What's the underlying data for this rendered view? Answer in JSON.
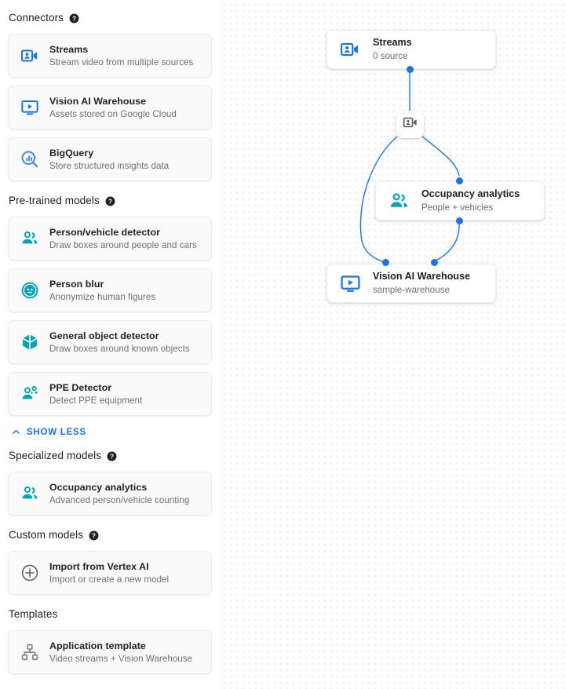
{
  "sidebar": {
    "sections": [
      {
        "title": "Connectors",
        "help": "help-icon",
        "items": [
          {
            "name": "Streams",
            "desc": "Stream video from multiple sources",
            "icon": "video-person-icon",
            "color": "#1a73e8"
          },
          {
            "name": "Vision AI Warehouse",
            "desc": "Assets stored on Google Cloud",
            "icon": "monitor-play-icon",
            "color": "#1a73e8"
          },
          {
            "name": "BigQuery",
            "desc": "Store structured insights data",
            "icon": "bigquery-icon",
            "color": "#1a73e8"
          }
        ]
      },
      {
        "title": "Pre-trained models",
        "help": "help-icon",
        "items": [
          {
            "name": "Person/vehicle detector",
            "desc": "Draw boxes around people and cars",
            "icon": "people-icon",
            "color": "#00a5b5"
          },
          {
            "name": "Person blur",
            "desc": "Anonymize human figures",
            "icon": "face-blur-icon",
            "color": "#00a5b5"
          },
          {
            "name": "General object detector",
            "desc": "Draw boxes around known objects",
            "icon": "cube-icon",
            "color": "#00a5b5"
          },
          {
            "name": "PPE Detector",
            "desc": "Detect PPE equipment",
            "icon": "ppe-person-icon",
            "color": "#00a5b5"
          }
        ]
      }
    ],
    "show_less": {
      "label": "SHOW LESS",
      "icon": "chevron-up-icon"
    },
    "sections2": [
      {
        "title": "Specialized models",
        "help": "help-icon",
        "items": [
          {
            "name": "Occupancy analytics",
            "desc": "Advanced person/vehicle counting",
            "icon": "people-icon",
            "color": "#00a5b5"
          }
        ]
      },
      {
        "title": "Custom models",
        "help": "help-icon",
        "items": [
          {
            "name": "Import from Vertex AI",
            "desc": "Import or create a new model",
            "icon": "plus-circle-icon",
            "color": "#5f6368"
          }
        ]
      },
      {
        "title": "Templates",
        "help": null,
        "items": [
          {
            "name": "Application template",
            "desc": "Video streams + Vision Warehouse",
            "icon": "hierarchy-icon",
            "color": "#5f6368"
          }
        ]
      }
    ]
  },
  "canvas": {
    "nodes": [
      {
        "id": "streams",
        "name": "Streams",
        "desc": "0 source",
        "icon": "video-person-icon",
        "color": "#1a73e8"
      },
      {
        "id": "occupancy",
        "name": "Occupancy analytics",
        "desc": "People + vehicles",
        "icon": "people-icon",
        "color": "#00a5b5"
      },
      {
        "id": "warehouse",
        "name": "Vision AI Warehouse",
        "desc": "sample-warehouse",
        "icon": "monitor-play-icon",
        "color": "#1a73e8"
      }
    ],
    "mini_node": {
      "id": "stream-processor",
      "icon": "video-person-icon",
      "color": "#5f6368"
    },
    "edge_color": "#1a73e8",
    "port_color": "#1a73e8"
  }
}
